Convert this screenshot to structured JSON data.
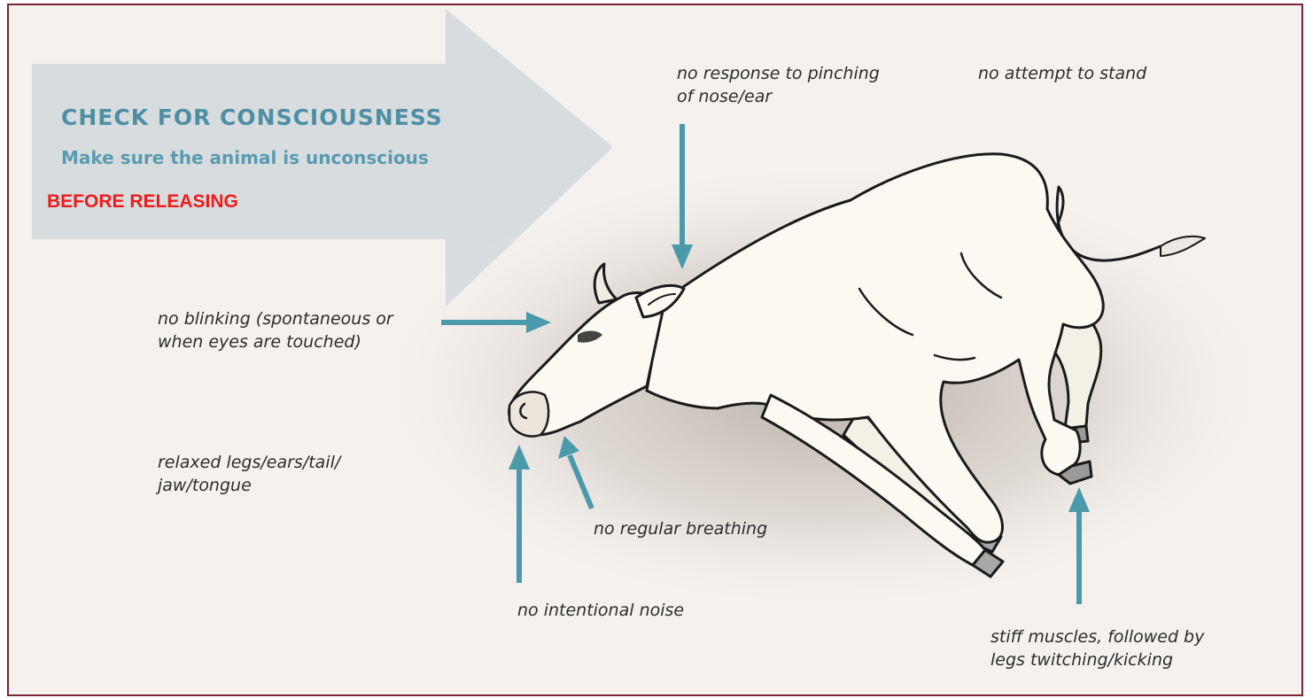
{
  "heading": "CHECK FOR CONSCIOUSNESS",
  "subheading": "Make sure the animal is unconscious",
  "highlight": "BEFORE RELEASING",
  "annotations": {
    "pinching": "no response to pinching\nof nose/ear",
    "stand": "no attempt to stand",
    "blinking": "no blinking (spontaneous or\nwhen eyes are touched)",
    "relaxed": "relaxed legs/ears/tail/\njaw/tongue",
    "breathing": "no regular breathing",
    "noise": "no intentional noise",
    "muscles": "stiff muscles, followed by\nlegs twitching/kicking"
  },
  "colors": {
    "frame_border": "#7b2230",
    "background": "#f4f1ee",
    "banner_arrow": "#d7dcdf",
    "heading": "#4f8fa4",
    "pointer_arrows": "#4a9aab",
    "highlight_text": "#ee1c1c",
    "animal": "#fbf9f1"
  },
  "illustration": "cow-falling-unconscious"
}
